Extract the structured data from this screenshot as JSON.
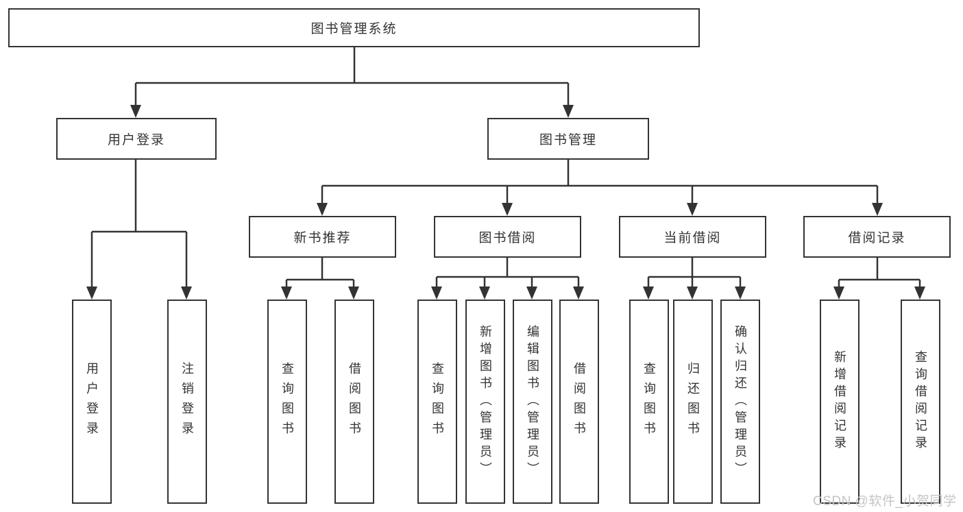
{
  "colors": {
    "line": "#333333",
    "box_border": "#333333",
    "box_fill": "#ffffff",
    "text": "#333333",
    "watermark": "#c4c4c4",
    "background": "#ffffff"
  },
  "icons": {
    "connector_arrow": "arrow-down-triangle"
  },
  "tree": {
    "root": {
      "label": "图书管理系统"
    },
    "branches": [
      {
        "label": "用户登录",
        "children": [
          {
            "label": "用户登录"
          },
          {
            "label": "注销登录"
          }
        ]
      },
      {
        "label": "图书管理",
        "children": [
          {
            "label": "新书推荐",
            "children": [
              {
                "label": "查询图书"
              },
              {
                "label": "借阅图书"
              }
            ]
          },
          {
            "label": "图书借阅",
            "children": [
              {
                "label": "查询图书"
              },
              {
                "label": "新增图书（管理员）"
              },
              {
                "label": "编辑图书（管理员）"
              },
              {
                "label": "借阅图书"
              }
            ]
          },
          {
            "label": "当前借阅",
            "children": [
              {
                "label": "查询图书"
              },
              {
                "label": "归还图书"
              },
              {
                "label": "确认归还（管理员）"
              }
            ]
          },
          {
            "label": "借阅记录",
            "children": [
              {
                "label": "新增借阅记录"
              },
              {
                "label": "查询借阅记录"
              }
            ]
          }
        ]
      }
    ]
  },
  "watermark": {
    "text": "CSDN @软件_小贺同学"
  }
}
